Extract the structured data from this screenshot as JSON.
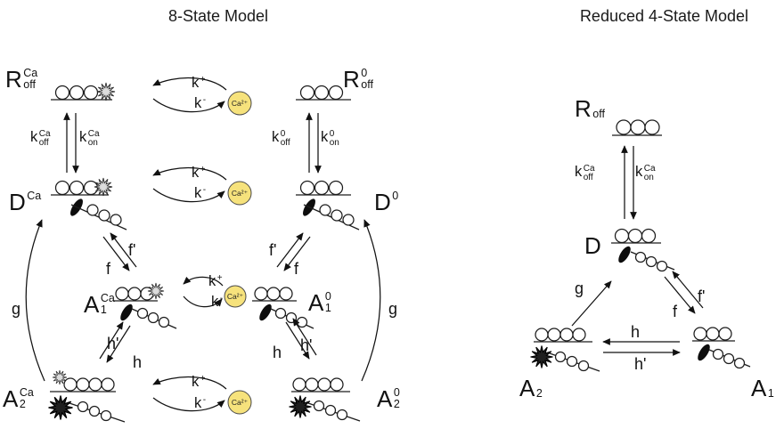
{
  "titles": {
    "left": "8-State Model",
    "right": "Reduced 4-State Model"
  },
  "calcium": {
    "label": "Ca²⁺",
    "color": "#f6e27c"
  },
  "rates": {
    "k_plus": {
      "base": "k",
      "sup": "+"
    },
    "k_minus": {
      "base": "k",
      "sup": "-"
    },
    "k_off_Ca": {
      "base": "k",
      "sub": "off",
      "sup": "Ca"
    },
    "k_on_Ca": {
      "base": "k",
      "sub": "on",
      "sup": "Ca"
    },
    "k_off_0": {
      "base": "k",
      "sub": "off",
      "sup": "0"
    },
    "k_on_0": {
      "base": "k",
      "sub": "on",
      "sup": "0"
    },
    "f": "f",
    "f_prime": "f'",
    "g": "g",
    "h": "h",
    "h_prime": "h'"
  },
  "eight": {
    "states": {
      "RoffCa": {
        "base": "R",
        "sub": "off",
        "sup": "Ca"
      },
      "Roff0": {
        "base": "R",
        "sub": "off",
        "sup": "0"
      },
      "DCa": {
        "base": "D",
        "sup": "Ca"
      },
      "D0": {
        "base": "D",
        "sup": "0"
      },
      "A1Ca": {
        "base": "A",
        "sub": "1",
        "sup": "Ca"
      },
      "A10": {
        "base": "A",
        "sub": "1",
        "sup": "0"
      },
      "A2Ca": {
        "base": "A",
        "sub": "2",
        "sup": "Ca"
      },
      "A20": {
        "base": "A",
        "sub": "2",
        "sup": "0"
      }
    }
  },
  "four": {
    "states": {
      "Roff": {
        "base": "R",
        "sub": "off"
      },
      "D": {
        "base": "D"
      },
      "A2": {
        "base": "A",
        "sub": "2"
      },
      "A1": {
        "base": "A",
        "sub": "1"
      }
    }
  }
}
